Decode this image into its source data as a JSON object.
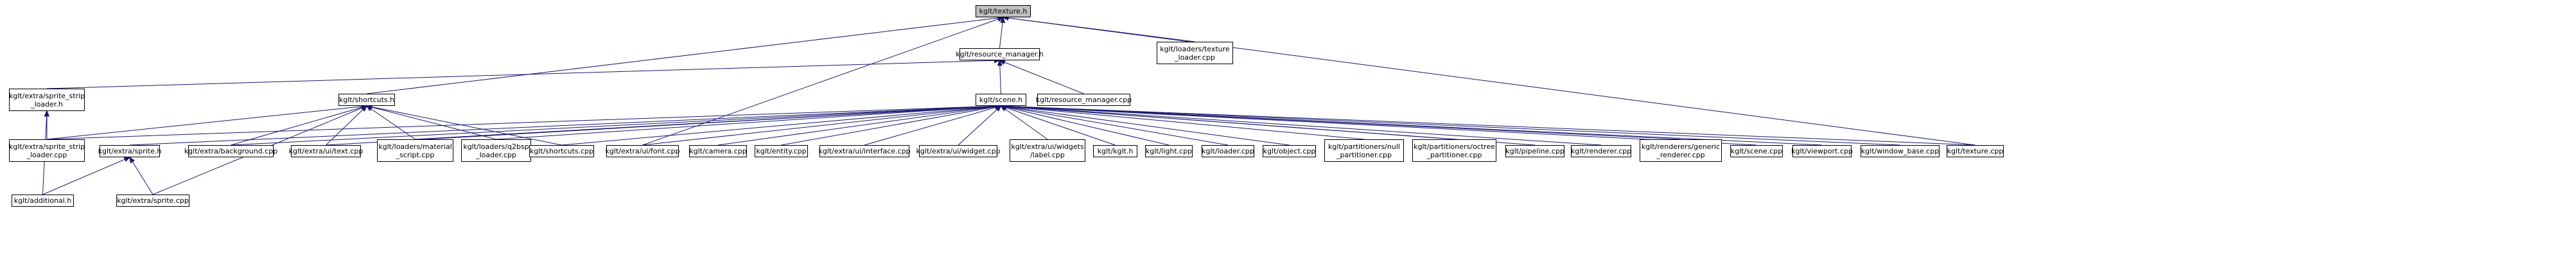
{
  "graph": {
    "colors": {
      "edge": "#191970",
      "node_border": "#000000",
      "focus_fill": "#bfbfbf"
    },
    "nodes": [
      {
        "id": "texture_h",
        "lines": [
          "kglt/texture.h"
        ],
        "focus": true
      },
      {
        "id": "resource_manager_h",
        "lines": [
          "kglt/resource_manager.h"
        ]
      },
      {
        "id": "loaders_texture_loader_cpp",
        "lines": [
          "kglt/loaders/texture",
          "_loader.cpp"
        ]
      },
      {
        "id": "sprite_strip_loader_h",
        "lines": [
          "kglt/extra/sprite_strip",
          "_loader.h"
        ]
      },
      {
        "id": "shortcuts_h",
        "lines": [
          "kglt/shortcuts.h"
        ]
      },
      {
        "id": "scene_h",
        "lines": [
          "kglt/scene.h"
        ]
      },
      {
        "id": "resource_manager_cpp",
        "lines": [
          "kglt/resource_manager.cpp"
        ]
      },
      {
        "id": "sprite_strip_loader_cpp",
        "lines": [
          "kglt/extra/sprite_strip",
          "_loader.cpp"
        ]
      },
      {
        "id": "sprite_h",
        "lines": [
          "kglt/extra/sprite.h"
        ]
      },
      {
        "id": "background_cpp",
        "lines": [
          "kglt/extra/background.cpp"
        ]
      },
      {
        "id": "ui_text_cpp",
        "lines": [
          "kglt/extra/ui/text.cpp"
        ]
      },
      {
        "id": "material_script_cpp",
        "lines": [
          "kglt/loaders/material",
          "_script.cpp"
        ]
      },
      {
        "id": "q2bsp_loader_cpp",
        "lines": [
          "kglt/loaders/q2bsp",
          "_loader.cpp"
        ]
      },
      {
        "id": "shortcuts_cpp",
        "lines": [
          "kglt/shortcuts.cpp"
        ]
      },
      {
        "id": "ui_font_cpp",
        "lines": [
          "kglt/extra/ui/font.cpp"
        ]
      },
      {
        "id": "camera_cpp",
        "lines": [
          "kglt/camera.cpp"
        ]
      },
      {
        "id": "entity_cpp",
        "lines": [
          "kglt/entity.cpp"
        ]
      },
      {
        "id": "ui_interface_cpp",
        "lines": [
          "kglt/extra/ui/interface.cpp"
        ]
      },
      {
        "id": "ui_widget_cpp",
        "lines": [
          "kglt/extra/ui/widget.cpp"
        ]
      },
      {
        "id": "ui_widgets_label_cpp",
        "lines": [
          "kglt/extra/ui/widgets",
          "/label.cpp"
        ]
      },
      {
        "id": "kglt_h",
        "lines": [
          "kglt/kglt.h"
        ]
      },
      {
        "id": "light_cpp",
        "lines": [
          "kglt/light.cpp"
        ]
      },
      {
        "id": "loader_cpp",
        "lines": [
          "kglt/loader.cpp"
        ]
      },
      {
        "id": "object_cpp",
        "lines": [
          "kglt/object.cpp"
        ]
      },
      {
        "id": "null_partitioner_cpp",
        "lines": [
          "kglt/partitioners/null",
          "_partitioner.cpp"
        ]
      },
      {
        "id": "octree_partitioner_cpp",
        "lines": [
          "kglt/partitioners/octree",
          "_partitioner.cpp"
        ]
      },
      {
        "id": "pipeline_cpp",
        "lines": [
          "kglt/pipeline.cpp"
        ]
      },
      {
        "id": "renderer_cpp",
        "lines": [
          "kglt/renderer.cpp"
        ]
      },
      {
        "id": "generic_renderer_cpp",
        "lines": [
          "kglt/renderers/generic",
          "_renderer.cpp"
        ]
      },
      {
        "id": "scene_cpp",
        "lines": [
          "kglt/scene.cpp"
        ]
      },
      {
        "id": "viewport_cpp",
        "lines": [
          "kglt/viewport.cpp"
        ]
      },
      {
        "id": "window_base_cpp",
        "lines": [
          "kglt/window_base.cpp"
        ]
      },
      {
        "id": "texture_cpp",
        "lines": [
          "kglt/texture.cpp"
        ]
      },
      {
        "id": "additional_h",
        "lines": [
          "kglt/additional.h"
        ]
      },
      {
        "id": "sprite_cpp",
        "lines": [
          "kglt/extra/sprite.cpp"
        ]
      }
    ],
    "edges": [
      [
        "resource_manager_h",
        "texture_h"
      ],
      [
        "loaders_texture_loader_cpp",
        "texture_h"
      ],
      [
        "shortcuts_h",
        "texture_h"
      ],
      [
        "ui_font_cpp",
        "texture_h"
      ],
      [
        "texture_cpp",
        "texture_h"
      ],
      [
        "sprite_strip_loader_h",
        "resource_manager_h"
      ],
      [
        "scene_h",
        "resource_manager_h"
      ],
      [
        "resource_manager_cpp",
        "resource_manager_h"
      ],
      [
        "sprite_strip_loader_cpp",
        "sprite_strip_loader_h"
      ],
      [
        "additional_h",
        "sprite_strip_loader_h"
      ],
      [
        "sprite_strip_loader_cpp",
        "shortcuts_h"
      ],
      [
        "background_cpp",
        "shortcuts_h"
      ],
      [
        "ui_text_cpp",
        "shortcuts_h"
      ],
      [
        "material_script_cpp",
        "shortcuts_h"
      ],
      [
        "q2bsp_loader_cpp",
        "shortcuts_h"
      ],
      [
        "shortcuts_cpp",
        "shortcuts_h"
      ],
      [
        "sprite_cpp",
        "shortcuts_h"
      ],
      [
        "sprite_strip_loader_cpp",
        "scene_h"
      ],
      [
        "sprite_h",
        "scene_h"
      ],
      [
        "background_cpp",
        "scene_h"
      ],
      [
        "ui_text_cpp",
        "scene_h"
      ],
      [
        "material_script_cpp",
        "scene_h"
      ],
      [
        "q2bsp_loader_cpp",
        "scene_h"
      ],
      [
        "shortcuts_cpp",
        "scene_h"
      ],
      [
        "ui_font_cpp",
        "scene_h"
      ],
      [
        "camera_cpp",
        "scene_h"
      ],
      [
        "entity_cpp",
        "scene_h"
      ],
      [
        "ui_interface_cpp",
        "scene_h"
      ],
      [
        "ui_widget_cpp",
        "scene_h"
      ],
      [
        "ui_widgets_label_cpp",
        "scene_h"
      ],
      [
        "kglt_h",
        "scene_h"
      ],
      [
        "light_cpp",
        "scene_h"
      ],
      [
        "loader_cpp",
        "scene_h"
      ],
      [
        "object_cpp",
        "scene_h"
      ],
      [
        "null_partitioner_cpp",
        "scene_h"
      ],
      [
        "octree_partitioner_cpp",
        "scene_h"
      ],
      [
        "pipeline_cpp",
        "scene_h"
      ],
      [
        "renderer_cpp",
        "scene_h"
      ],
      [
        "generic_renderer_cpp",
        "scene_h"
      ],
      [
        "scene_cpp",
        "scene_h"
      ],
      [
        "viewport_cpp",
        "scene_h"
      ],
      [
        "window_base_cpp",
        "scene_h"
      ],
      [
        "texture_cpp",
        "scene_h"
      ],
      [
        "additional_h",
        "sprite_h"
      ],
      [
        "sprite_cpp",
        "sprite_h"
      ]
    ]
  }
}
